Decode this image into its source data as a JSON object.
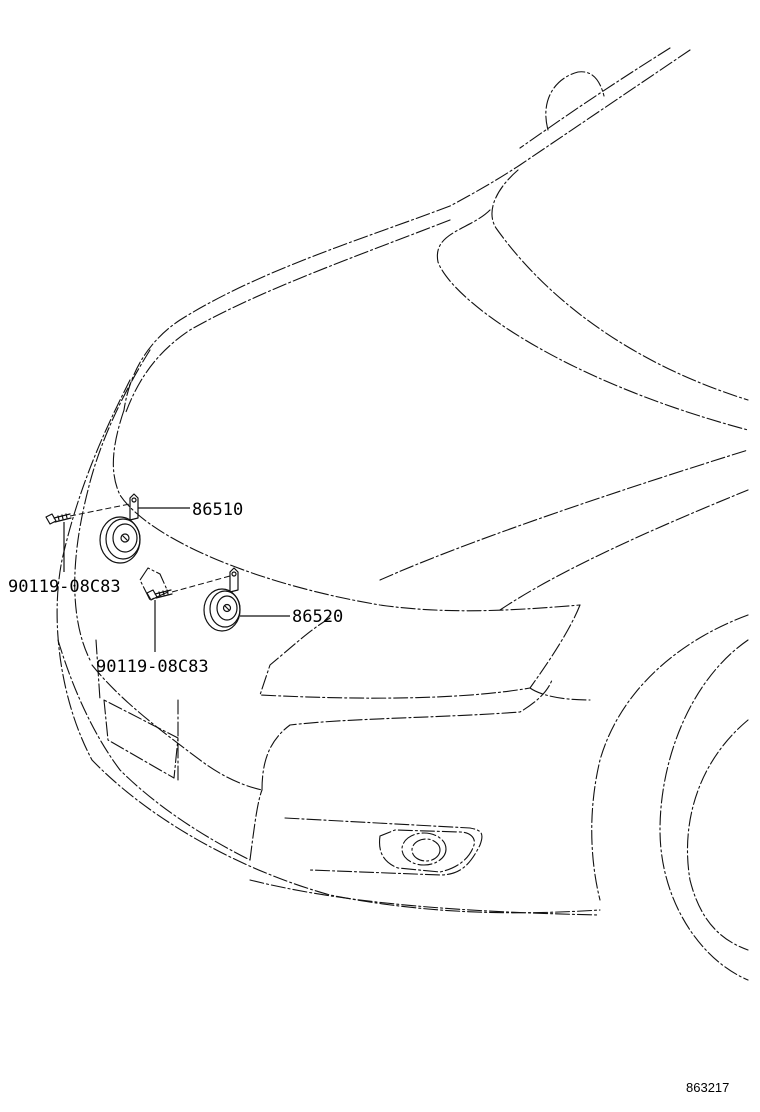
{
  "callouts": {
    "horn_high": "86510",
    "horn_low": "86520",
    "bolt_left": "90119-08C83",
    "bolt_center": "90119-08C83"
  },
  "illustration_number": "863217"
}
